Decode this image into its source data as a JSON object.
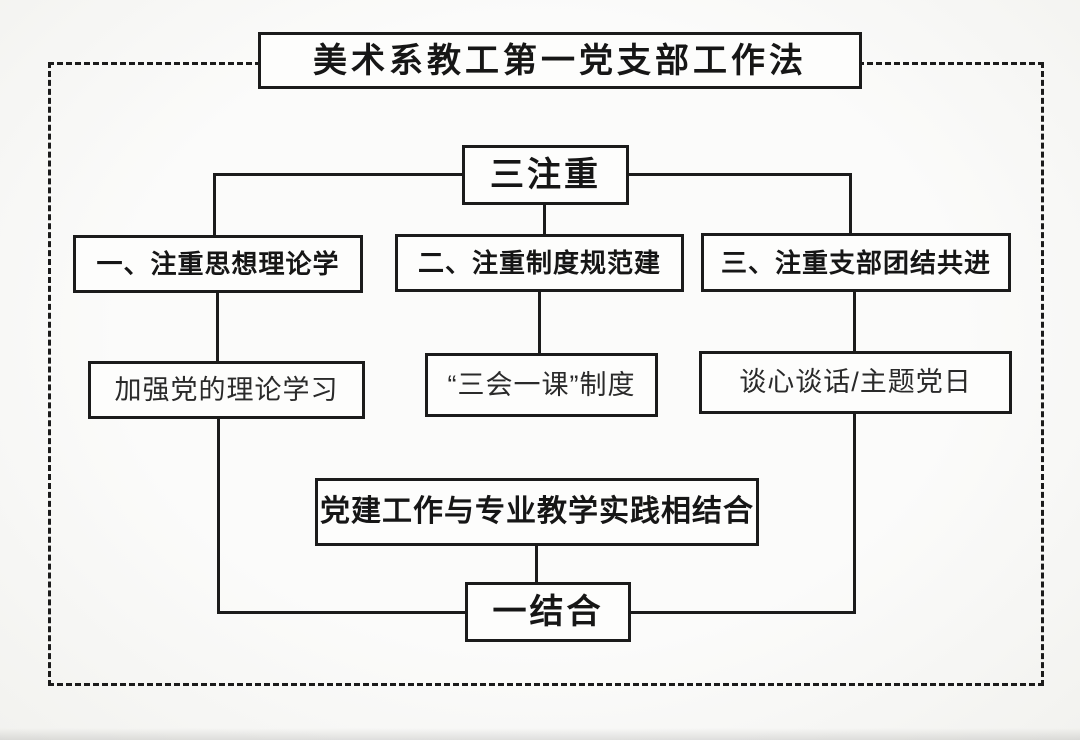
{
  "diagram": {
    "title": "美术系教工第一党支部工作法",
    "top_node_label": "三注重",
    "bottom_node_label": "一结合",
    "columns": [
      {
        "heading": "一、注重思想理论学",
        "detail": "加强党的理论学习"
      },
      {
        "heading": "二、注重制度规范建",
        "detail": "“三会一课”制度"
      },
      {
        "heading": "三、注重支部团结共进",
        "detail": "谈心谈话/主题党日"
      }
    ],
    "integration_label": "党建工作与专业教学实践相结合",
    "colors": {
      "line": "#1b1b1b",
      "box_background": "#fdfdfc",
      "page_background": "#f6f6f4"
    }
  }
}
